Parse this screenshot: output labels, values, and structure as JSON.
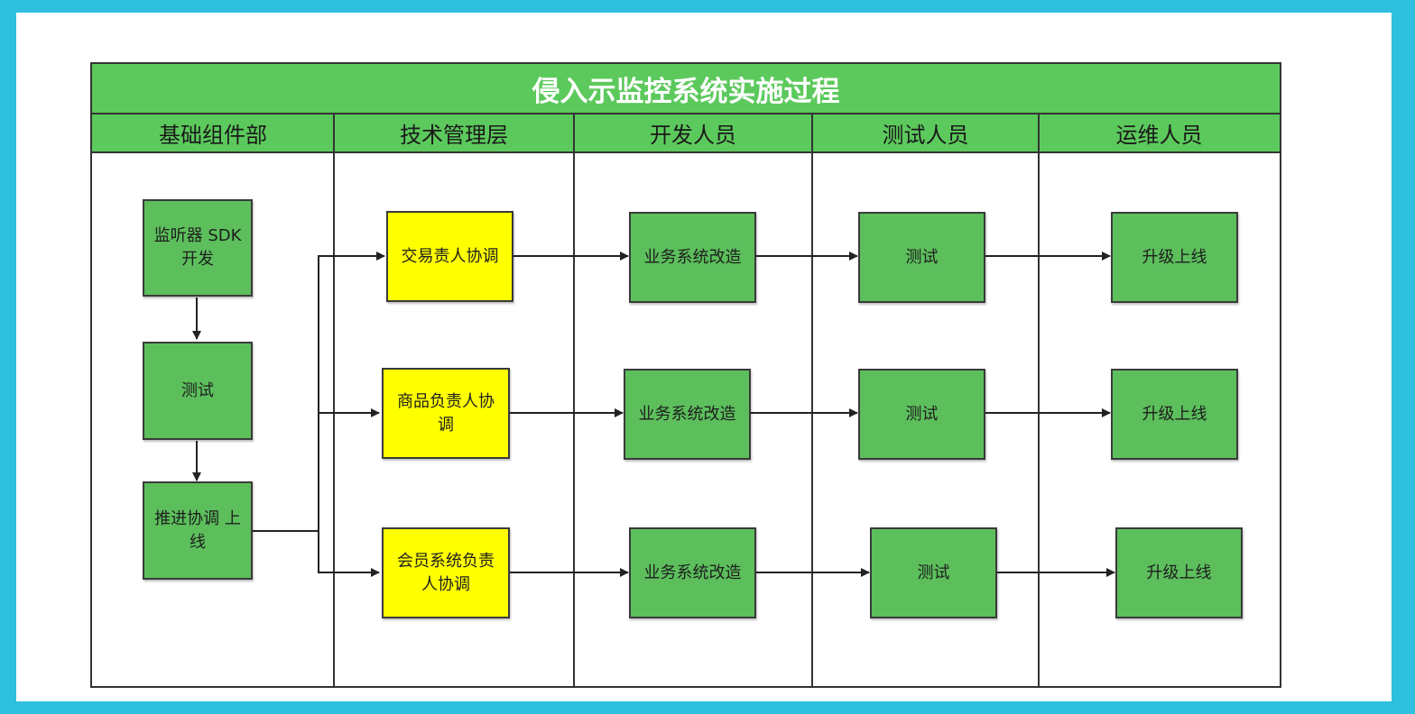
{
  "title": "侵入示监控系统实施过程",
  "lanes": [
    "基础组件部",
    "技术管理层",
    "开发人员",
    "测试人员",
    "运维人员"
  ],
  "nodes": {
    "sdk": "监听器 SDK开发",
    "base_test": "测试",
    "push": "推进协调 上线",
    "trade": "交易责人协调",
    "goods": "商品负责人协调",
    "member": "会员系统负责人协调",
    "dev1": "业务系统改造",
    "dev2": "业务系统改造",
    "dev3": "业务系统改造",
    "test1": "测试",
    "test2": "测试",
    "test3": "测试",
    "ops1": "升级上线",
    "ops2": "升级上线",
    "ops3": "升级上线"
  },
  "colors": {
    "header_green": "#5cc95c",
    "node_green": "#5cbf5c",
    "node_yellow": "#ffff00",
    "frame": "#2fbfdf"
  }
}
